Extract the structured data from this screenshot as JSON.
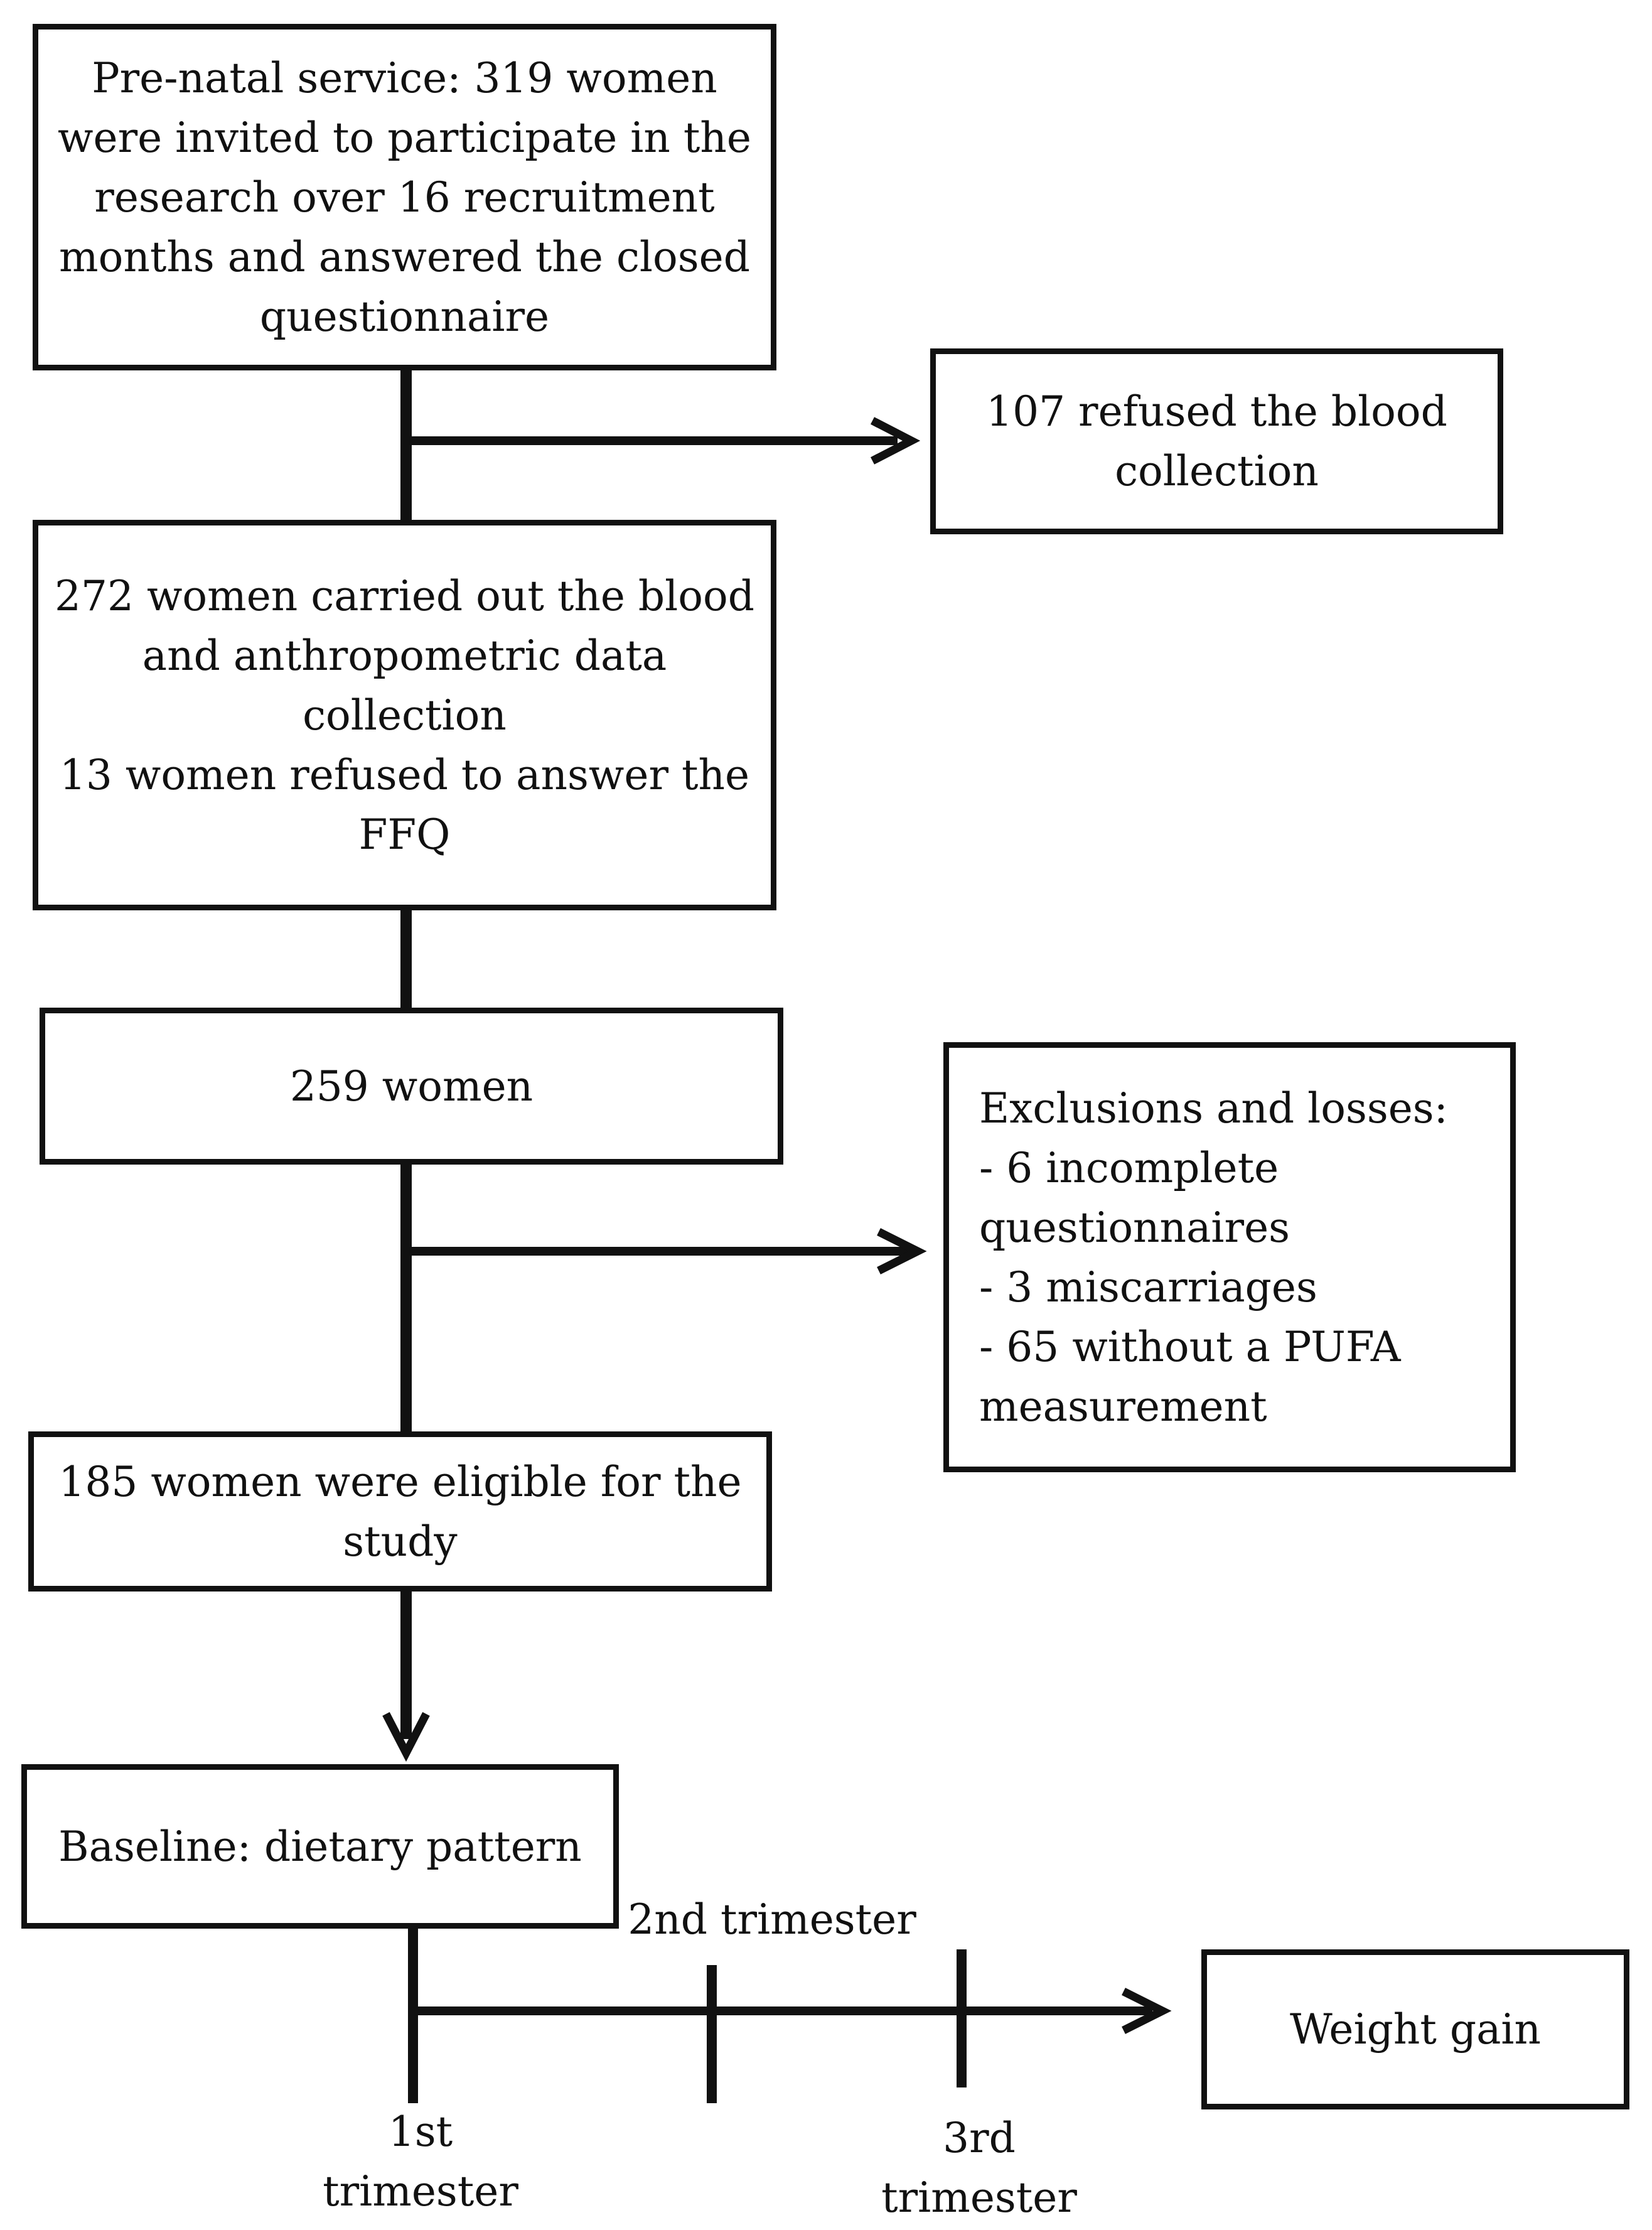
{
  "boxes": {
    "invited": "Pre-natal service: 319 women\nwere invited to participate in the\nresearch over 16 recruitment\nmonths and answered the closed\nquestionnaire",
    "refused_blood": "107 refused the blood\ncollection",
    "blood_collected": "272 women carried out the blood\nand anthropometric data\ncollection\n13 women refused to answer the\nFFQ",
    "women_259": "259 women",
    "exclusions": "Exclusions and losses:\n- 6 incomplete\nquestionnaires\n- 3 miscarriages\n- 65 without a PUFA\nmeasurement",
    "eligible": "185 women were eligible for the\nstudy",
    "baseline": "Baseline: dietary pattern",
    "weight_gain": "Weight gain"
  },
  "timeline": {
    "first": "1st\ntrimester",
    "second": "2nd trimester",
    "third": "3rd\ntrimester"
  }
}
